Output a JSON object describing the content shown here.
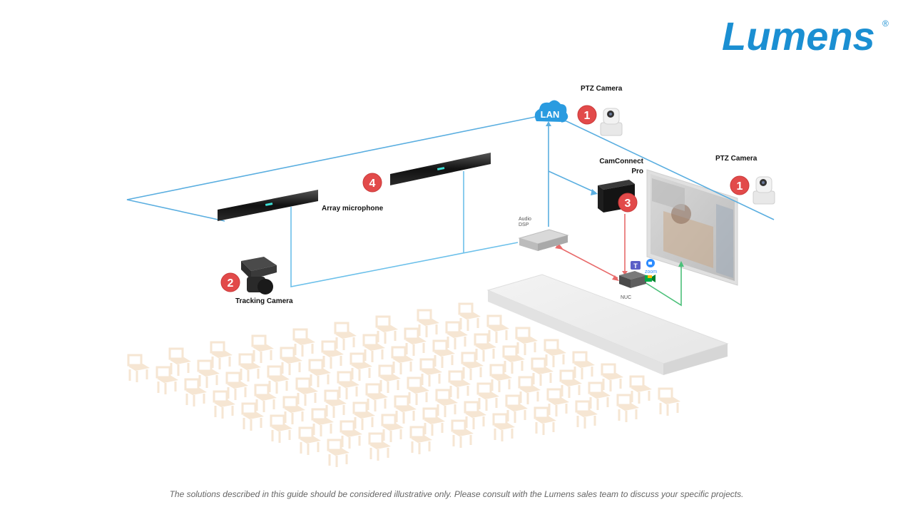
{
  "brand": {
    "name": "Lumens",
    "registered": "®",
    "color": "#1b8fd2"
  },
  "footer": {
    "disclaimer": "The solutions described in this guide should be considered illustrative only. Please consult with the Lumens sales team to discuss your specific projects."
  },
  "diagram": {
    "cloud_label": "LAN",
    "devices": {
      "ptz_camera_1": {
        "label": "PTZ Camera",
        "badge": "1"
      },
      "ptz_camera_2": {
        "label": "PTZ Camera",
        "badge": "1"
      },
      "tracking_camera": {
        "label": "Tracking Camera",
        "badge": "2"
      },
      "camconnect": {
        "label_line1": "CamConnect",
        "label_line2": "Pro",
        "badge": "3"
      },
      "array_microphone": {
        "label": "Array microphone",
        "badge": "4"
      },
      "audio_dsp": {
        "label_line1": "Audio",
        "label_line2": "DSP"
      },
      "nuc": {
        "label": "NUC"
      }
    },
    "software_icons": [
      "teams-icon",
      "zoom-icon",
      "google-meet-icon"
    ],
    "colors": {
      "network_line": "#5aaee0",
      "usb_line": "#e86a6a",
      "hdmi_line": "#4cc07a",
      "badge_red": "#e24a4a",
      "chair": "#f6e6d3",
      "stage": "#eeeeee"
    }
  }
}
